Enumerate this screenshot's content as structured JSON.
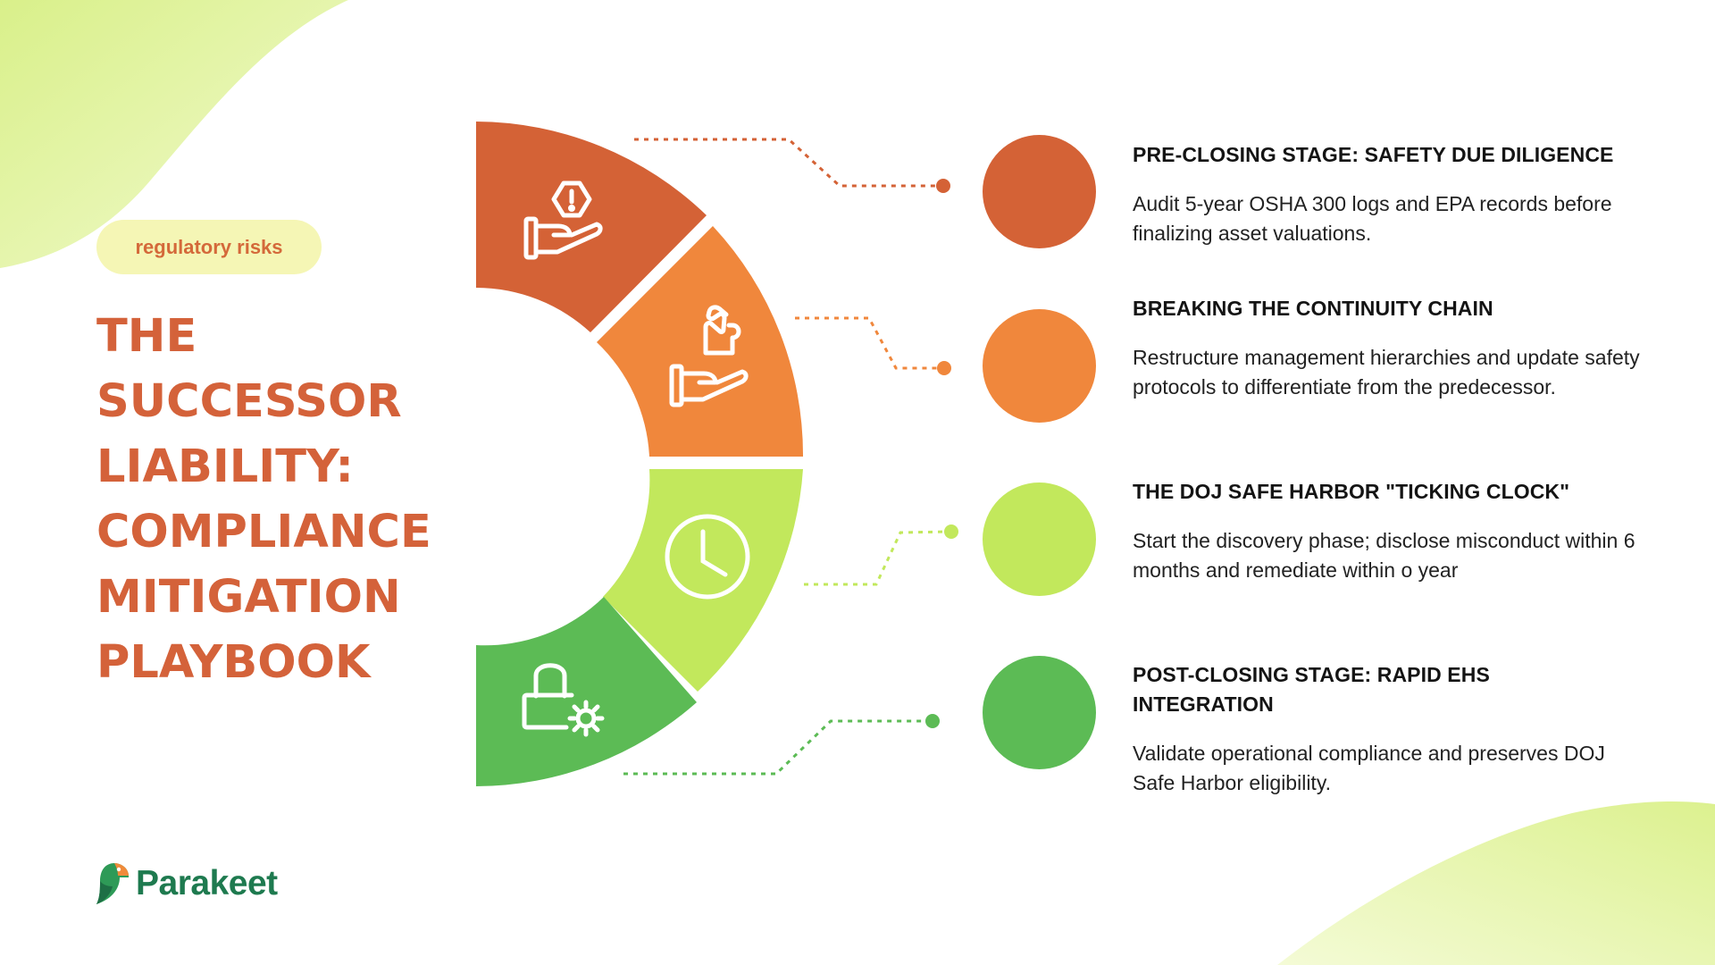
{
  "tag": "regulatory risks",
  "title": "THE SUCCESSOR LIABILITY: COMPLIANCE MITIGATION PLAYBOOK",
  "colors": {
    "stage1": "#d46236",
    "stage2": "#f0873c",
    "stage3": "#c2e85c",
    "stage4": "#5cbb55",
    "title": "#d4623a",
    "tag_bg": "#f5f6b5"
  },
  "segments": [
    {
      "icon": "hand-warning-icon"
    },
    {
      "icon": "hand-puzzle-icon"
    },
    {
      "icon": "clock-icon"
    },
    {
      "icon": "lock-gear-icon"
    }
  ],
  "items": [
    {
      "heading": "PRE-CLOSING STAGE: SAFETY DUE DILIGENCE",
      "text": "Audit 5-year OSHA 300 logs and EPA records before finalizing asset valuations."
    },
    {
      "heading": "BREAKING THE CONTINUITY CHAIN",
      "text": "Restructure management hierarchies and update safety protocols to differentiate from the predecessor."
    },
    {
      "heading": "THE DOJ SAFE HARBOR \"TICKING CLOCK\"",
      "text": "Start the discovery phase; disclose misconduct within 6 months and remediate within o year"
    },
    {
      "heading": "POST-CLOSING STAGE: RAPID EHS INTEGRATION",
      "text": "Validate operational compliance and preserves DOJ Safe Harbor eligibility."
    }
  ],
  "logo": {
    "text": "Parakeet"
  }
}
